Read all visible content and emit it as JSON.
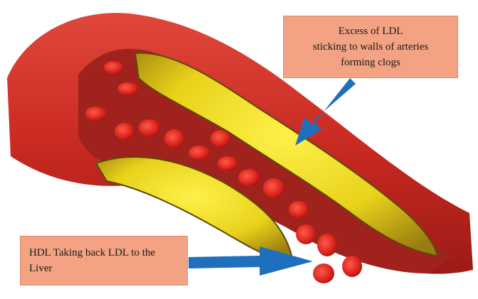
{
  "callouts": {
    "ldl": {
      "lines": [
        "Excess of LDL",
        "sticking to walls of arteries",
        "forming clogs"
      ]
    },
    "hdl": {
      "lines": [
        "HDL Taking back LDL to the",
        "Liver"
      ]
    }
  },
  "colors": {
    "callout_fill": "#f3a383",
    "arrow": "#1f6fbf",
    "artery_wall": "#c92a22",
    "artery_lumen": "#a0221c",
    "plaque": "#e8d21a",
    "red_blood_cell": "#d6201a"
  },
  "icons": {
    "arrow": "arrow-icon"
  }
}
